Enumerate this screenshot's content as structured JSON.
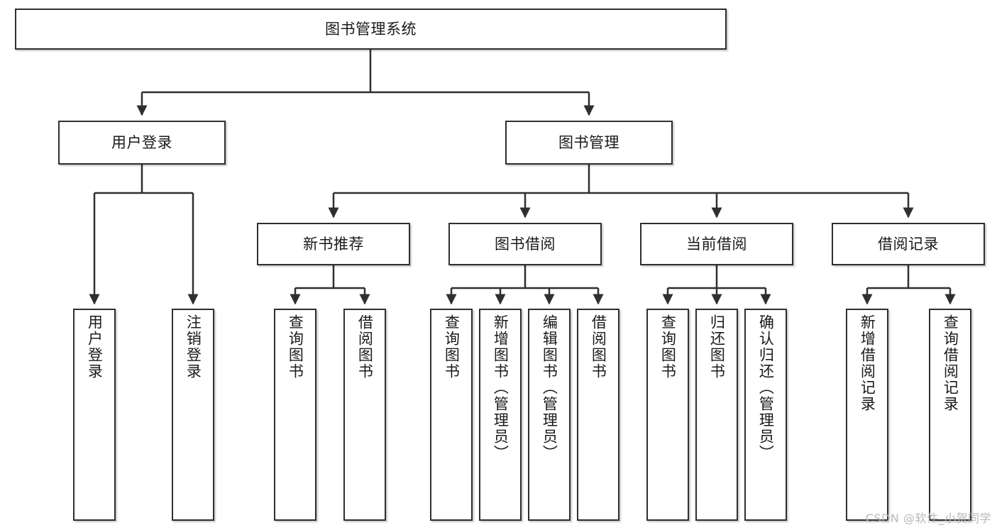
{
  "diagram": {
    "title": "图书管理系统",
    "type": "tree",
    "root": {
      "id": "root",
      "label": "图书管理系统"
    },
    "level2": [
      {
        "id": "user-login",
        "label": "用户登录"
      },
      {
        "id": "book-manage",
        "label": "图书管理"
      }
    ],
    "level3": [
      {
        "id": "new-book-recommend",
        "label": "新书推荐",
        "parent": "book-manage"
      },
      {
        "id": "book-borrow",
        "label": "图书借阅",
        "parent": "book-manage"
      },
      {
        "id": "current-borrow",
        "label": "当前借阅",
        "parent": "book-manage"
      },
      {
        "id": "borrow-record",
        "label": "借阅记录",
        "parent": "book-manage"
      }
    ],
    "leaves": [
      {
        "id": "leaf-user-login",
        "label": "用户登录",
        "parent": "user-login"
      },
      {
        "id": "leaf-user-logout",
        "label": "注销登录",
        "parent": "user-login"
      },
      {
        "id": "leaf-query-book-1",
        "label": "查询图书",
        "parent": "new-book-recommend"
      },
      {
        "id": "leaf-borrow-book-1",
        "label": "借阅图书",
        "parent": "new-book-recommend"
      },
      {
        "id": "leaf-query-book-2",
        "label": "查询图书",
        "parent": "book-borrow"
      },
      {
        "id": "leaf-add-book",
        "label": "新增图书（管理员）",
        "parent": "book-borrow"
      },
      {
        "id": "leaf-edit-book",
        "label": "编辑图书（管理员）",
        "parent": "book-borrow"
      },
      {
        "id": "leaf-borrow-book-2",
        "label": "借阅图书",
        "parent": "book-borrow"
      },
      {
        "id": "leaf-query-book-3",
        "label": "查询图书",
        "parent": "current-borrow"
      },
      {
        "id": "leaf-return-book",
        "label": "归还图书",
        "parent": "current-borrow"
      },
      {
        "id": "leaf-confirm-return",
        "label": "确认归还（管理员）",
        "parent": "current-borrow"
      },
      {
        "id": "leaf-add-record",
        "label": "新增借阅记录",
        "parent": "borrow-record"
      },
      {
        "id": "leaf-query-record",
        "label": "查询借阅记录",
        "parent": "borrow-record"
      }
    ],
    "colors": {
      "stroke": "#2f2f2f",
      "fill": "#ffffff",
      "text": "#1a1a1a",
      "watermark": "#b9b9b9"
    }
  },
  "watermark": {
    "text": "CSDN @软件_小贺同学"
  }
}
